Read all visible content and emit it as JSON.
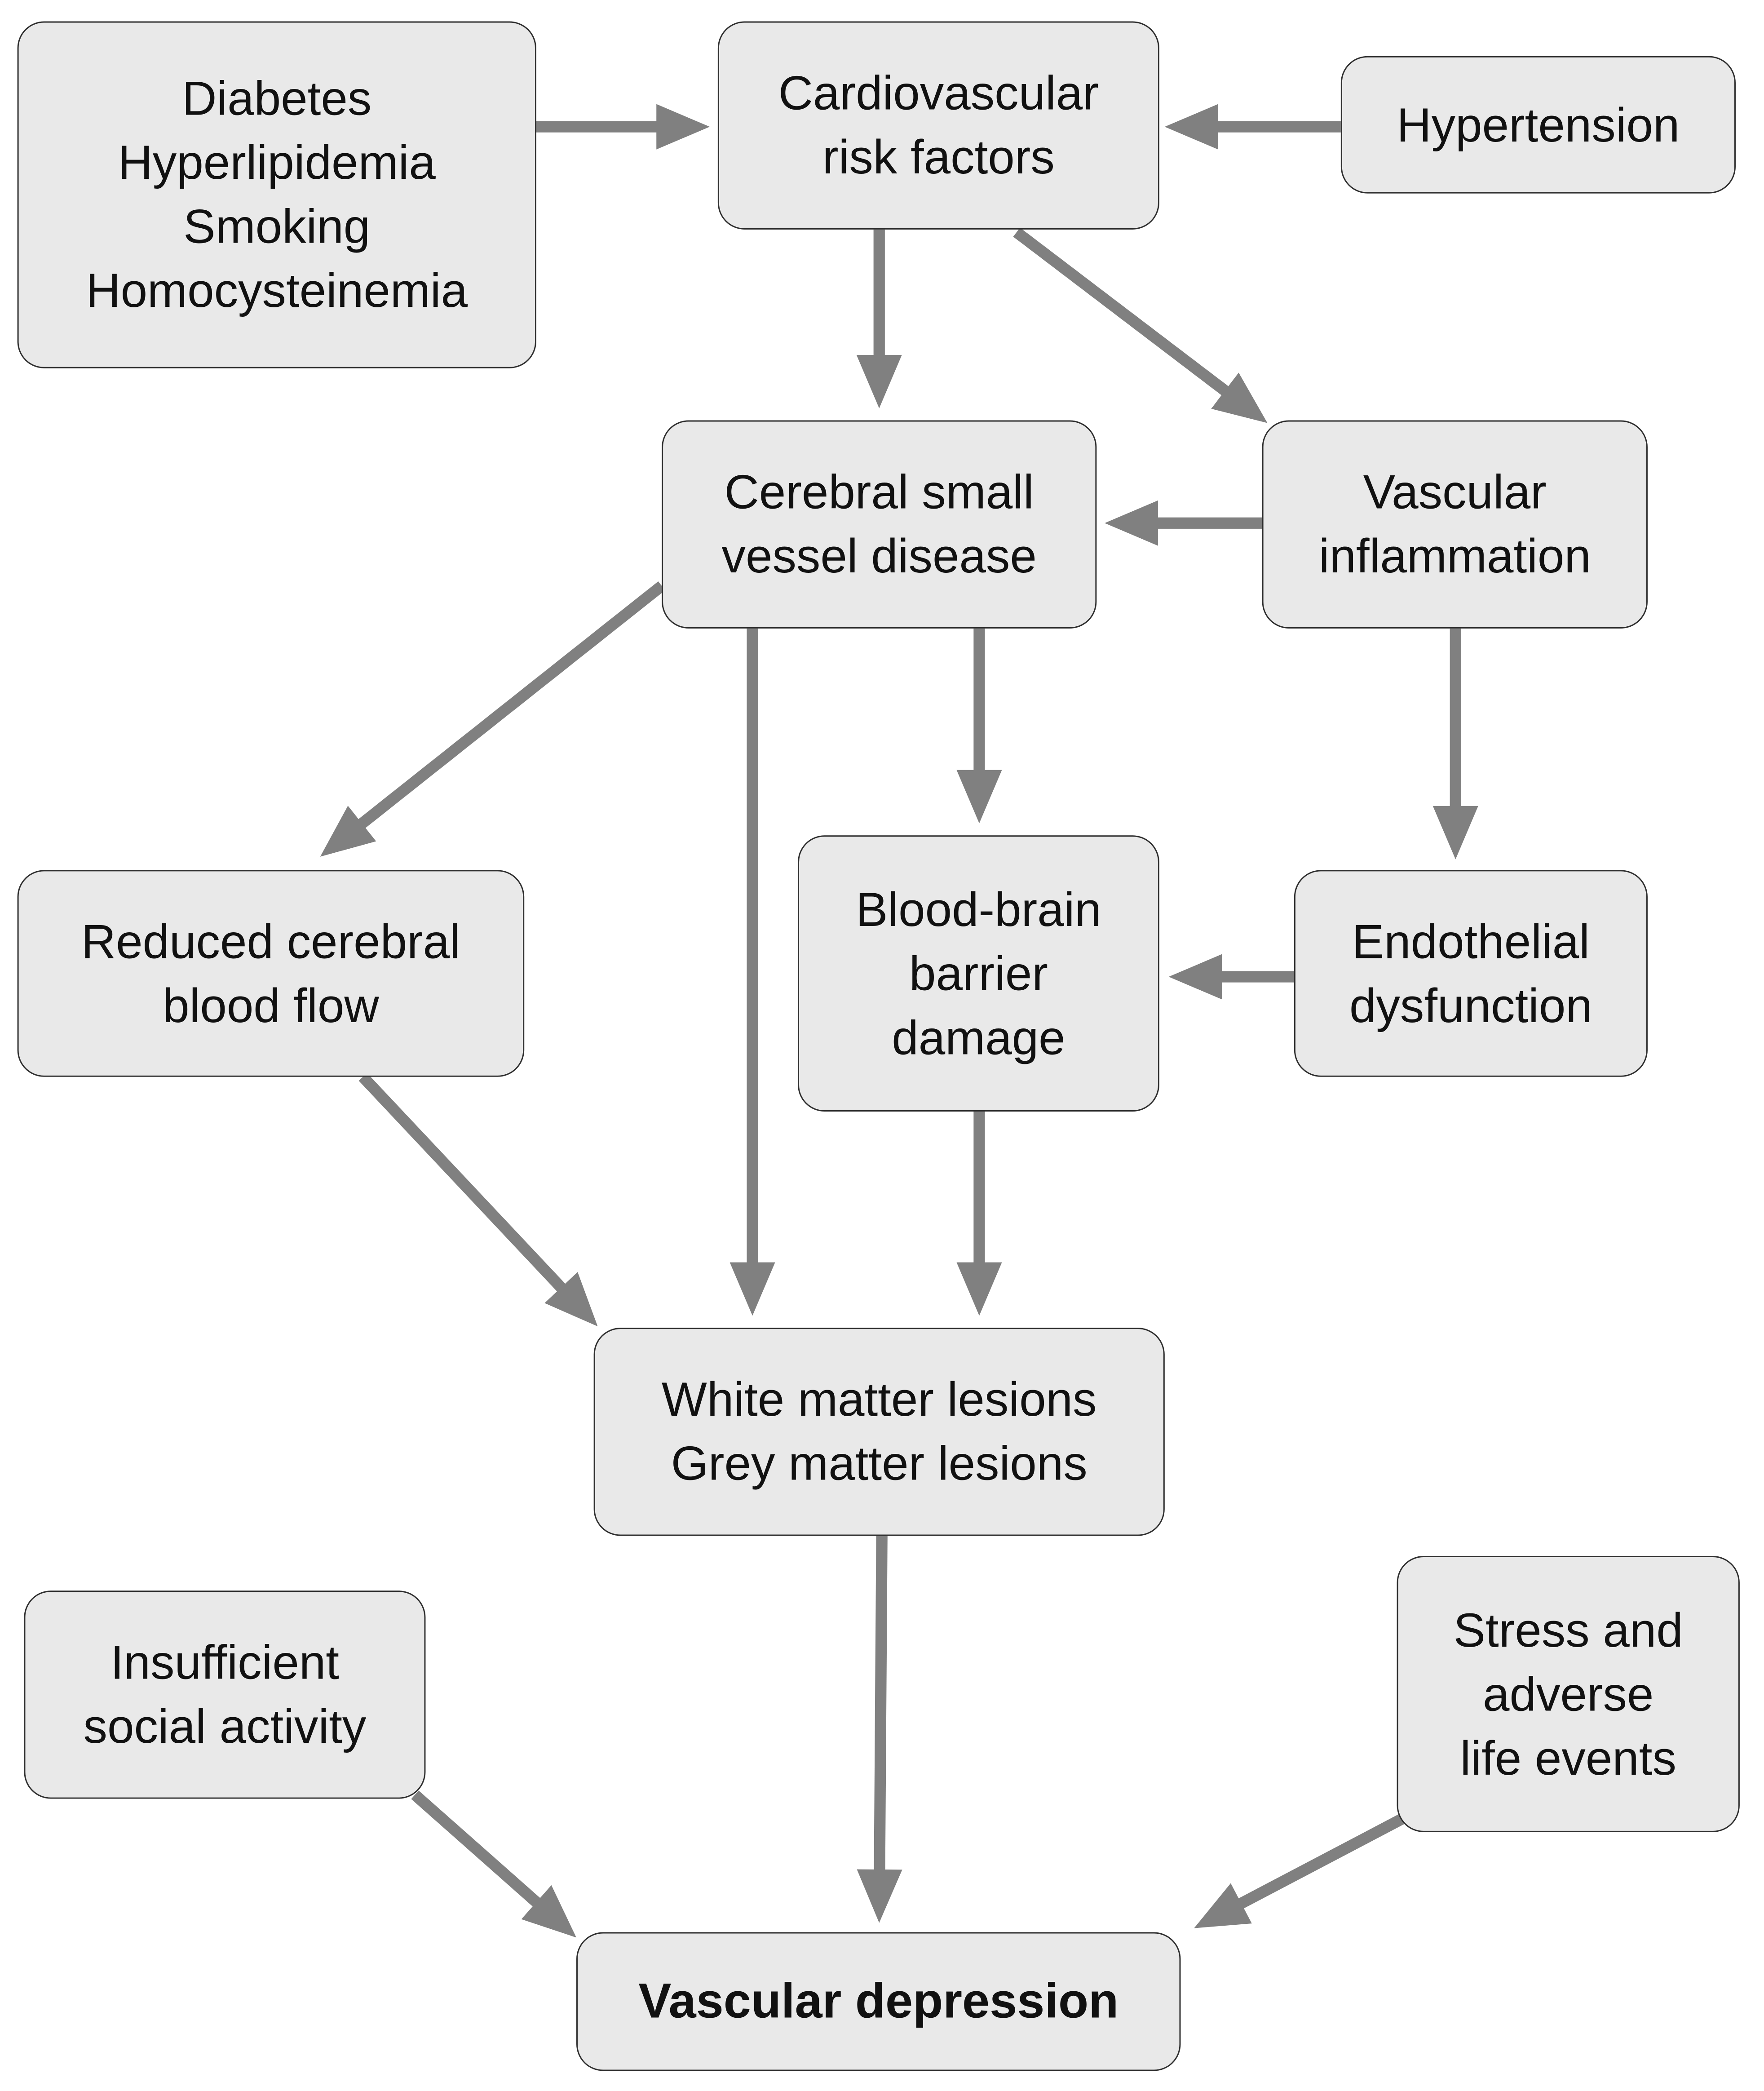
{
  "colors": {
    "box_fill": "#e9e9e9",
    "box_border": "#2f2f2f",
    "arrow": "#808080",
    "text": "#111111"
  },
  "nodes": {
    "risk_list": {
      "lines": [
        "Diabetes",
        "Hyperlipidemia",
        "Smoking",
        "Homocysteinemia"
      ]
    },
    "cv_risk": {
      "lines": [
        "Cardiovascular",
        "risk factors"
      ]
    },
    "hypertension": {
      "lines": [
        "Hypertension"
      ]
    },
    "csvd": {
      "lines": [
        "Cerebral small",
        "vessel disease"
      ]
    },
    "vasc_inflam": {
      "lines": [
        "Vascular",
        "inflammation"
      ]
    },
    "reduced_cbf": {
      "lines": [
        "Reduced cerebral",
        "blood flow"
      ]
    },
    "bbb": {
      "lines": [
        "Blood-brain",
        "barrier",
        "damage"
      ]
    },
    "endothelial": {
      "lines": [
        "Endothelial",
        "dysfunction"
      ]
    },
    "lesions": {
      "lines": [
        "White matter lesions",
        "Grey matter lesions"
      ]
    },
    "social": {
      "lines": [
        "Insufficient",
        "social activity"
      ]
    },
    "stress": {
      "lines": [
        "Stress and",
        "adverse",
        "life events"
      ]
    },
    "vasc_depression": {
      "lines": [
        "Vascular depression"
      ]
    }
  },
  "edges": [
    [
      "risk_list",
      "cv_risk"
    ],
    [
      "hypertension",
      "cv_risk"
    ],
    [
      "cv_risk",
      "csvd"
    ],
    [
      "cv_risk",
      "vasc_inflam"
    ],
    [
      "vasc_inflam",
      "csvd"
    ],
    [
      "csvd",
      "reduced_cbf"
    ],
    [
      "csvd",
      "lesions"
    ],
    [
      "csvd",
      "bbb"
    ],
    [
      "vasc_inflam",
      "endothelial"
    ],
    [
      "endothelial",
      "bbb"
    ],
    [
      "reduced_cbf",
      "lesions"
    ],
    [
      "bbb",
      "lesions"
    ],
    [
      "lesions",
      "vasc_depression"
    ],
    [
      "social",
      "vasc_depression"
    ],
    [
      "stress",
      "vasc_depression"
    ]
  ]
}
